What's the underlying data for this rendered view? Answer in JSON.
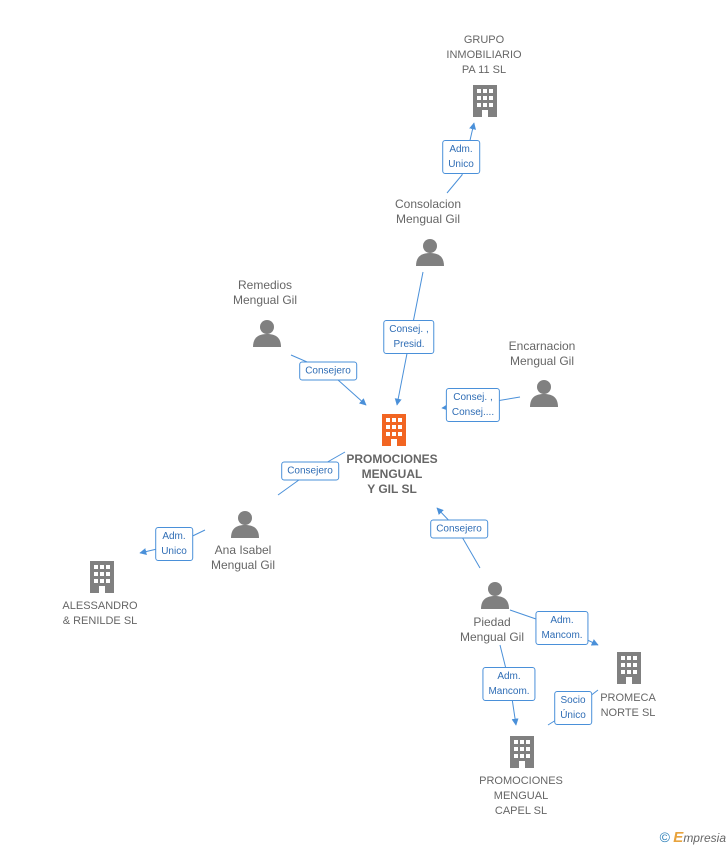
{
  "colors": {
    "edge": "#4a90d9",
    "person": "#808080",
    "company": "#808080",
    "focus_company": "#f26522"
  },
  "nodes": {
    "grupo": {
      "label": "GRUPO\nINMOBILIARIO\nPA 11  SL",
      "icon": "building-icon"
    },
    "consolacion": {
      "label": "Consolacion\nMengual Gil",
      "icon": "person-icon"
    },
    "remedios": {
      "label": "Remedios\nMengual Gil",
      "icon": "person-icon"
    },
    "encarnacion": {
      "label": "Encarnacion\nMengual Gil",
      "icon": "person-icon"
    },
    "center": {
      "label": "PROMOCIONES\nMENGUAL\nY GIL  SL",
      "icon": "building-icon"
    },
    "ana": {
      "label": "Ana Isabel\nMengual Gil",
      "icon": "person-icon"
    },
    "alessandro": {
      "label": "ALESSANDRO\n& RENILDE  SL",
      "icon": "building-icon"
    },
    "piedad": {
      "label": "Piedad\nMengual Gil",
      "icon": "person-icon"
    },
    "promeca": {
      "label": "PROMECA\nNORTE  SL",
      "icon": "building-icon"
    },
    "capel": {
      "label": "PROMOCIONES\nMENGUAL\nCAPEL  SL",
      "icon": "building-icon"
    }
  },
  "edges": {
    "consolacion_grupo": "Adm.\nUnico",
    "consolacion_center": "Consej. ,\nPresid.",
    "remedios_center": "Consejero",
    "encarnacion_center": "Consej. ,\nConsej....",
    "ana_center": "Consejero",
    "ana_alessandro": "Adm.\nUnico",
    "piedad_center": "Consejero",
    "piedad_promeca": "Adm.\nMancom.",
    "piedad_capel": "Adm.\nMancom.",
    "capel_promeca": "Socio\nÚnico"
  },
  "footer": {
    "copyright": "©",
    "brand_e": "E",
    "brand_rest": "mpresia"
  }
}
